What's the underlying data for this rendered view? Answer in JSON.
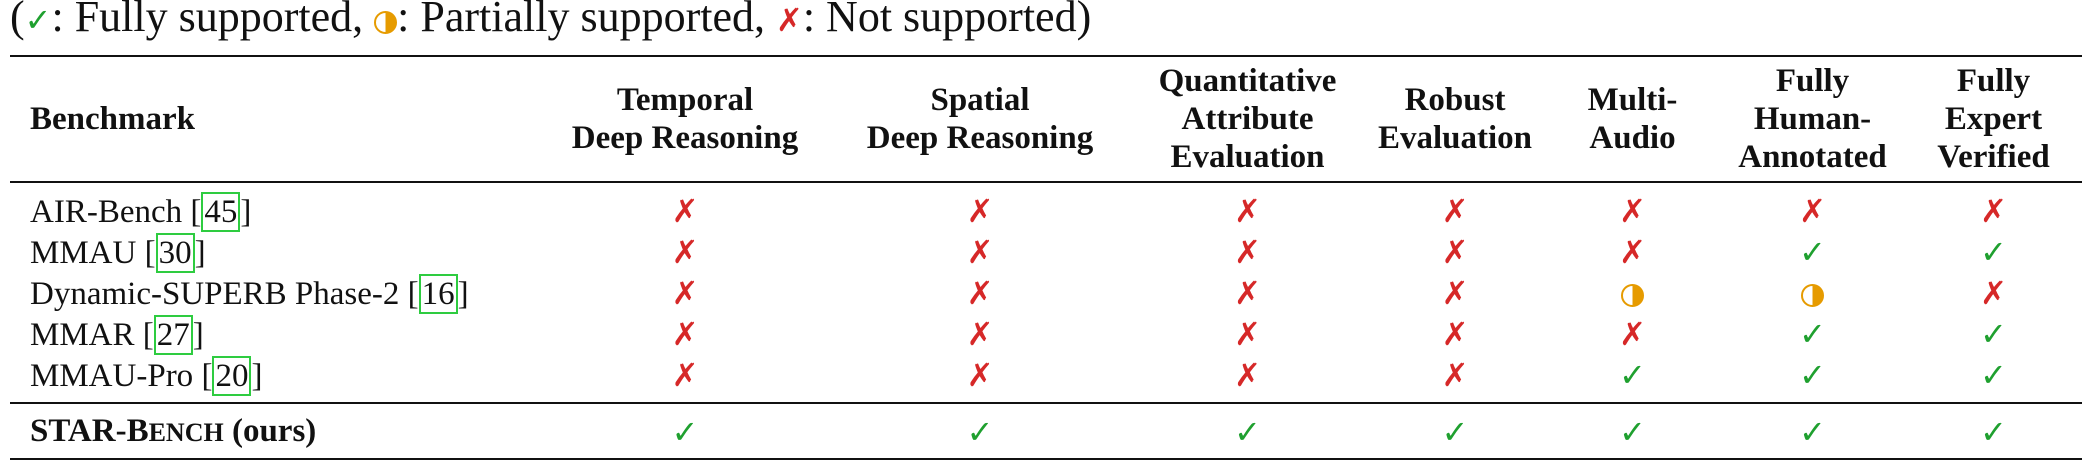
{
  "legend": {
    "open": "(",
    "full_label": ": Fully supported, ",
    "partial_label": ": Partially supported, ",
    "none_label": ": Not supported)",
    "full_color": "#1fa02f",
    "partial_color": "#e69b00",
    "none_color": "#d62828"
  },
  "marks": {
    "yes": "✓",
    "no": "✗"
  },
  "table": {
    "headers": [
      "Benchmark",
      "Temporal\nDeep Reasoning",
      "Spatial\nDeep Reasoning",
      "Quantitative\nAttribute\nEvaluation",
      "Robust\nEvaluation",
      "Multi-\nAudio",
      "Fully\nHuman-\nAnnotated",
      "Fully\nExpert\nVerified"
    ],
    "rows": [
      {
        "name": "AIR-Bench ",
        "ref": "45",
        "cells": [
          "no",
          "no",
          "no",
          "no",
          "no",
          "no",
          "no"
        ]
      },
      {
        "name": "MMAU ",
        "ref": "30",
        "cells": [
          "no",
          "no",
          "no",
          "no",
          "no",
          "yes",
          "yes"
        ]
      },
      {
        "name": "Dynamic-SUPERB Phase-2 ",
        "ref": "16",
        "cells": [
          "no",
          "no",
          "no",
          "no",
          "partial",
          "partial",
          "no"
        ]
      },
      {
        "name": "MMAR ",
        "ref": "27",
        "cells": [
          "no",
          "no",
          "no",
          "no",
          "no",
          "yes",
          "yes"
        ]
      },
      {
        "name": "MMAU-Pro ",
        "ref": "20",
        "cells": [
          "no",
          "no",
          "no",
          "no",
          "yes",
          "yes",
          "yes"
        ]
      }
    ],
    "ours": {
      "name_prefix": "STAR-B",
      "name_smallcaps": "ENCH",
      "name_suffix": " (ours)",
      "cells": [
        "yes",
        "yes",
        "yes",
        "yes",
        "yes",
        "yes",
        "yes"
      ]
    }
  }
}
